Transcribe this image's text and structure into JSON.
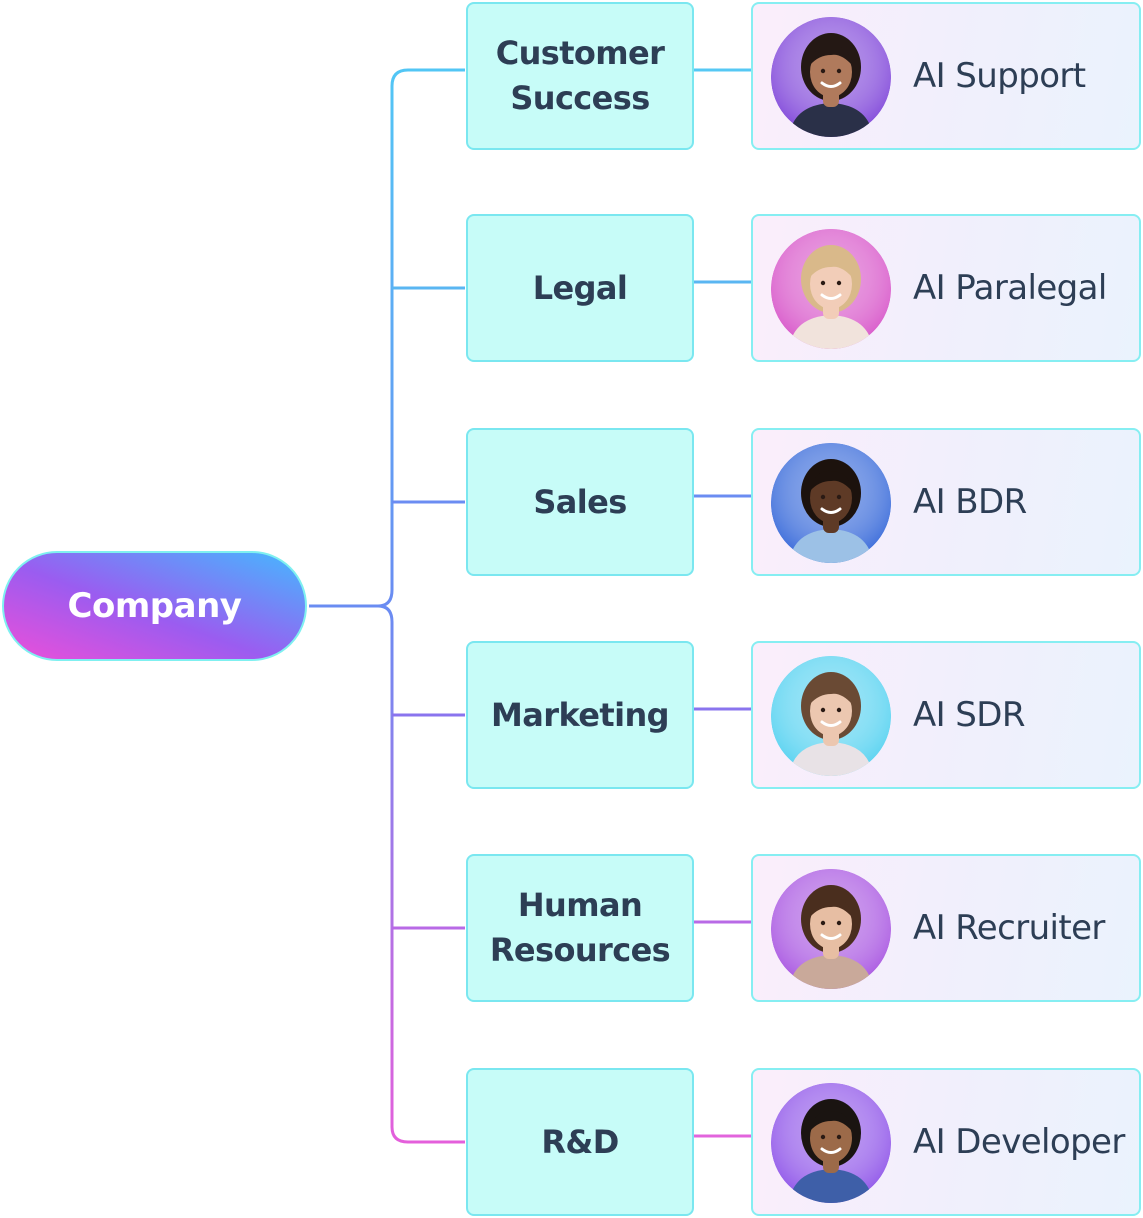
{
  "root": {
    "label": "Company"
  },
  "colors": {
    "text": "#2d3e55",
    "department_fill": "#c7fcf8",
    "department_border": "#7ae7f0",
    "connector_top": "#4fc3f7",
    "connector_mid": "#7b7cf0",
    "connector_bottom": "#e35ed9"
  },
  "rows": [
    {
      "department": "Customer Success",
      "agent": "AI Support",
      "avatar": {
        "icon": "woman-curly-hair-portrait",
        "bg": "#7b3fd8",
        "skin": "#b07a5c",
        "hair": "#241814",
        "shirt": "#2a3048"
      },
      "connector_color": "#56c8f4"
    },
    {
      "department": "Legal",
      "agent": "AI Paralegal",
      "avatar": {
        "icon": "woman-blonde-portrait",
        "bg": "#d64fc7",
        "skin": "#f2cdb8",
        "hair": "#d9b98a",
        "shirt": "#f1e3dc"
      },
      "connector_color": "#5ab6f2"
    },
    {
      "department": "Sales",
      "agent": "AI BDR",
      "avatar": {
        "icon": "man-curly-hair-portrait",
        "bg": "#2f63d8",
        "skin": "#5e3a26",
        "hair": "#1c120d",
        "shirt": "#9cc1e6"
      },
      "connector_color": "#6b8cf2"
    },
    {
      "department": "Marketing",
      "agent": "AI SDR",
      "avatar": {
        "icon": "woman-brown-hair-portrait",
        "bg": "#4fd0f0",
        "skin": "#ecc7b0",
        "hair": "#6a4a34",
        "shirt": "#e8e2e6"
      },
      "connector_color": "#8a74ee"
    },
    {
      "department": "Human Resources",
      "agent": "AI Recruiter",
      "avatar": {
        "icon": "woman-dark-hair-portrait",
        "bg": "#a54fe0",
        "skin": "#e7bea3",
        "hair": "#4a2e1e",
        "shirt": "#c9a99a"
      },
      "connector_color": "#b86ae6"
    },
    {
      "department": "R&D",
      "agent": "AI Developer",
      "avatar": {
        "icon": "man-short-hair-portrait",
        "bg": "#8a4de8",
        "skin": "#9c6a49",
        "hair": "#1a1411",
        "shirt": "#3e5fa8"
      },
      "connector_color": "#e264dc"
    }
  ]
}
